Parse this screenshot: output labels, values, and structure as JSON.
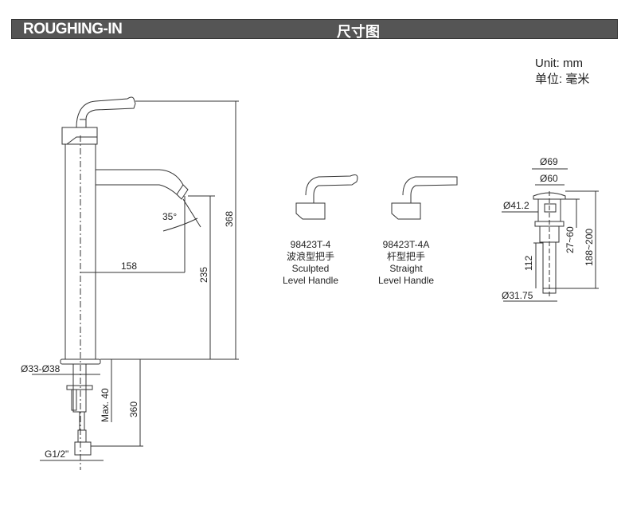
{
  "header": {
    "title": "ROUGHING-IN",
    "title_cn": "尺寸图",
    "bar_color": "#555555"
  },
  "unit": {
    "en": "Unit: mm",
    "cn": "单位: 毫米"
  },
  "faucet": {
    "dim_total_height": "368",
    "dim_spout_height": "235",
    "dim_spout_reach": "158",
    "dim_angle": "35°",
    "dim_hole_dia": "Ø33-Ø38",
    "dim_max_thickness": "Max. 40",
    "dim_hose_length": "360",
    "dim_connection": "G1/2\""
  },
  "handles": [
    {
      "model": "98423T-4",
      "name_cn": "波浪型把手",
      "name_en_1": "Sculpted",
      "name_en_2": "Level Handle"
    },
    {
      "model": "98423T-4A",
      "name_cn": "杆型把手",
      "name_en_1": "Straight",
      "name_en_2": "Level Handle"
    }
  ],
  "drain": {
    "dim_outer": "Ø69",
    "dim_inner": "Ø60",
    "dim_body": "Ø41.2",
    "dim_tail": "Ø31.75",
    "dim_tail_length": "112",
    "dim_range": "27~60",
    "dim_total": "188~200"
  }
}
